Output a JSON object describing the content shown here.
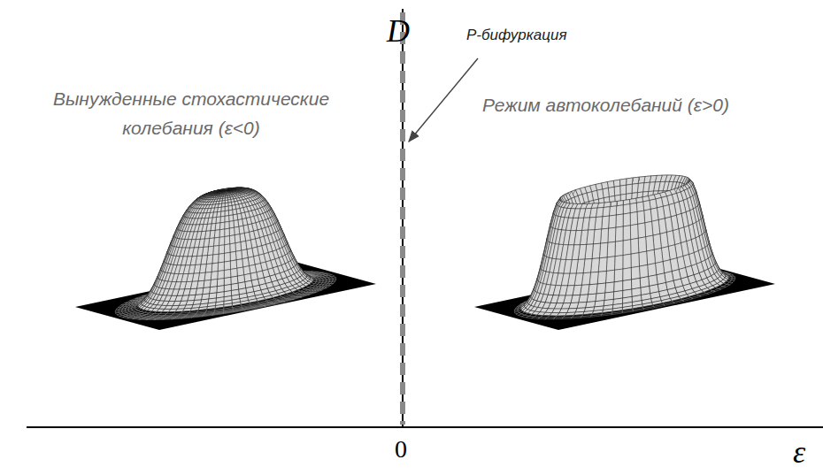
{
  "diagram": {
    "labels": [
      "D",
      "Р-бифуркация",
      "Вынужденные стохастические колебания (ε<0)",
      "Режим автоколебаний (ε>0)",
      "0",
      "ε"
    ]
  }
}
